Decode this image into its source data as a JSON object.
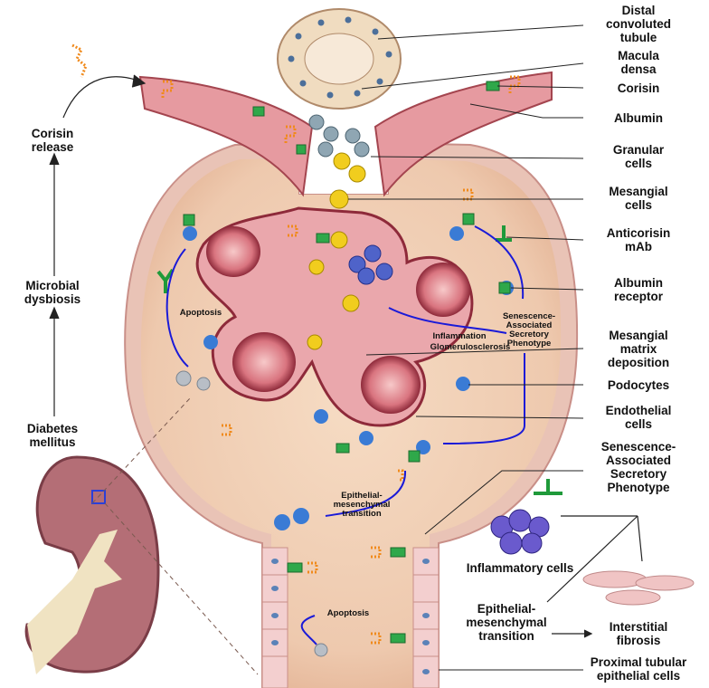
{
  "title": "Corisin in diabetic kidney disease",
  "right_labels": {
    "distal": [
      "Distal",
      "convoluted",
      "tubule"
    ],
    "macula": [
      "Macula",
      "densa"
    ],
    "corisin": [
      "Corisin"
    ],
    "albumin": [
      "Albumin"
    ],
    "granular": [
      "Granular",
      "cells"
    ],
    "mesangial": [
      "Mesangial",
      "cells"
    ],
    "anticorisin": [
      "Anticorisin",
      "mAb"
    ],
    "receptor": [
      "Albumin",
      "receptor"
    ],
    "matrix": [
      "Mesangial",
      "matrix",
      "deposition"
    ],
    "podocytes": [
      "Podocytes"
    ],
    "endothelial": [
      "Endothelial",
      "cells"
    ],
    "sasp": [
      "Senescence-",
      "Associated",
      "Secretory",
      "Phenotype"
    ],
    "inflammatory": [
      "Inflammatory cells"
    ],
    "emt": [
      "Epithelial-",
      "mesenchymal",
      "transition"
    ],
    "fibrosis": [
      "Interstitial",
      "fibrosis"
    ],
    "proximal": [
      "Proximal tubular",
      "epithelial cells"
    ]
  },
  "left_labels": {
    "release": [
      "Corisin",
      "release"
    ],
    "dysbiosis": [
      "Microbial",
      "dysbiosis"
    ],
    "diabetes": [
      "Diabetes",
      "mellitus"
    ]
  },
  "inner_labels": {
    "apoptosis_glom": "Apoptosis",
    "apoptosis_tub": "Apoptosis",
    "sasp_inner": [
      "Senescence-",
      "Associated",
      "Secretory",
      "Phenotype"
    ],
    "inflammation": "Inflammation",
    "glomerulosclerosis": "Glomerulosclerosis",
    "emt_inner": [
      "Epithelial-",
      "mesenchymal",
      "transition"
    ]
  },
  "colors": {
    "capsule": "#e9c3b6",
    "lumen": "#f0d6c2",
    "tuft": "#e6a3a9",
    "capillary": "#8e2a3a",
    "podocyte": "#3a7bd5",
    "arrow": "#1a1ad8",
    "corisin": "#f08a1c",
    "receptor": "#2fa84a"
  }
}
